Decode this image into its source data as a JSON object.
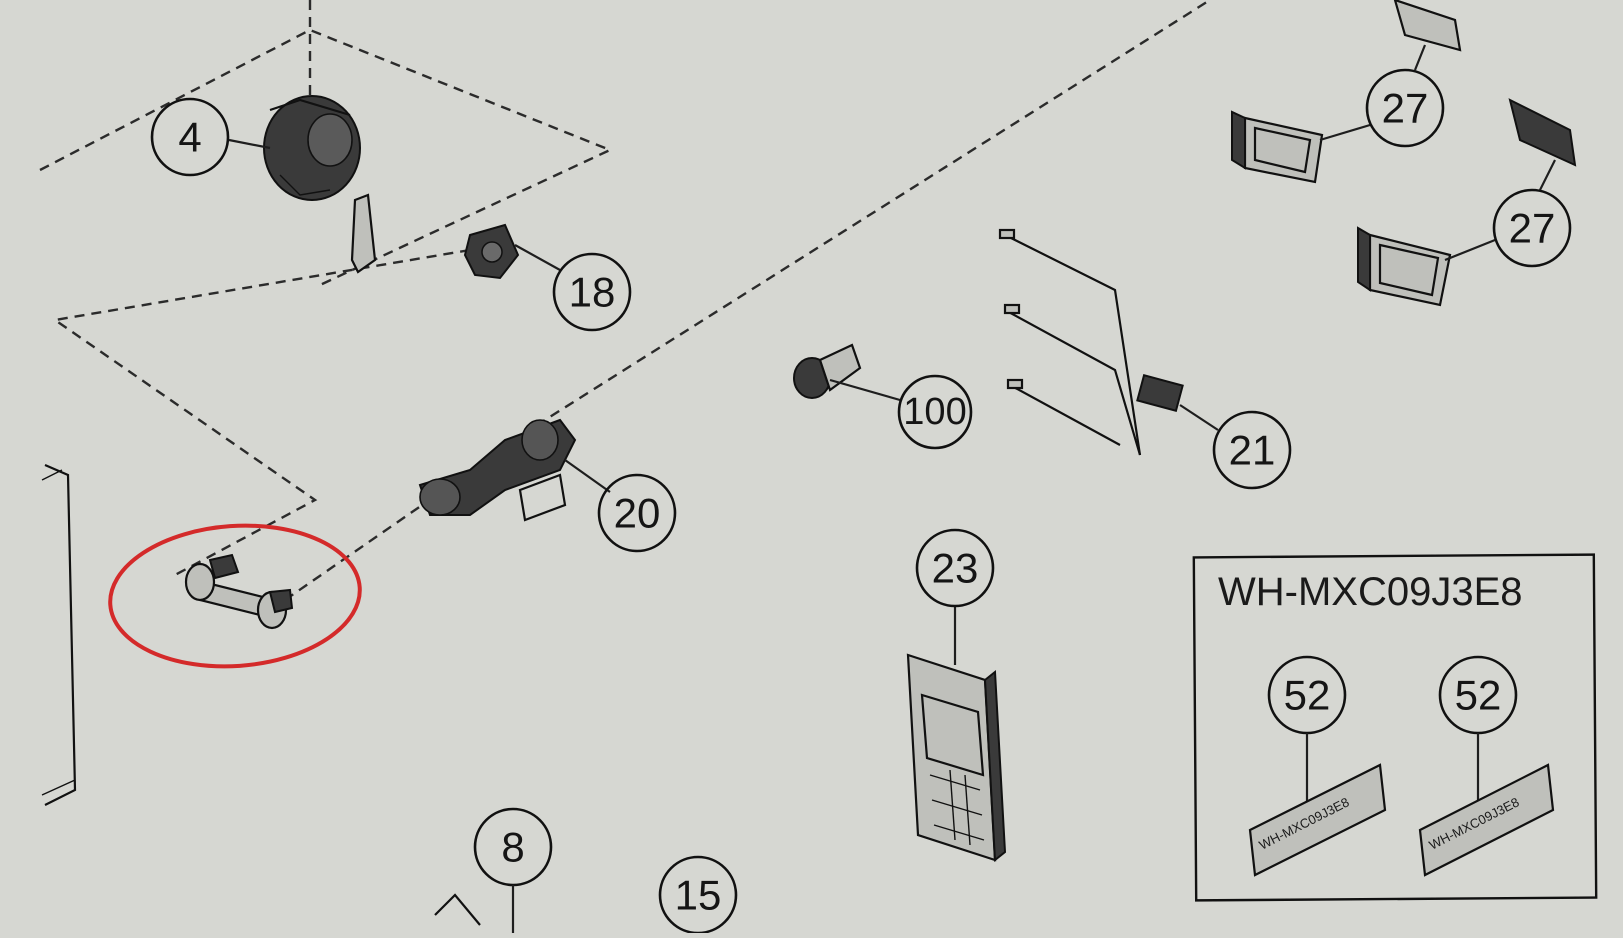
{
  "callouts": {
    "c4": "4",
    "c18": "18",
    "c100": "100",
    "c20": "20",
    "c21": "21",
    "c23": "23",
    "c27a": "27",
    "c27b": "27",
    "c8": "8",
    "c15": "15",
    "c52a": "52",
    "c52b": "52"
  },
  "model_box": {
    "title": "WH-MXC09J3E8",
    "label_a_text": "WH-MXC09J3E8",
    "label_b_text": "WH-MXC09J3E8"
  },
  "colors": {
    "background": "#d6d7d2",
    "line": "#111111",
    "highlight": "#d42a2a"
  }
}
